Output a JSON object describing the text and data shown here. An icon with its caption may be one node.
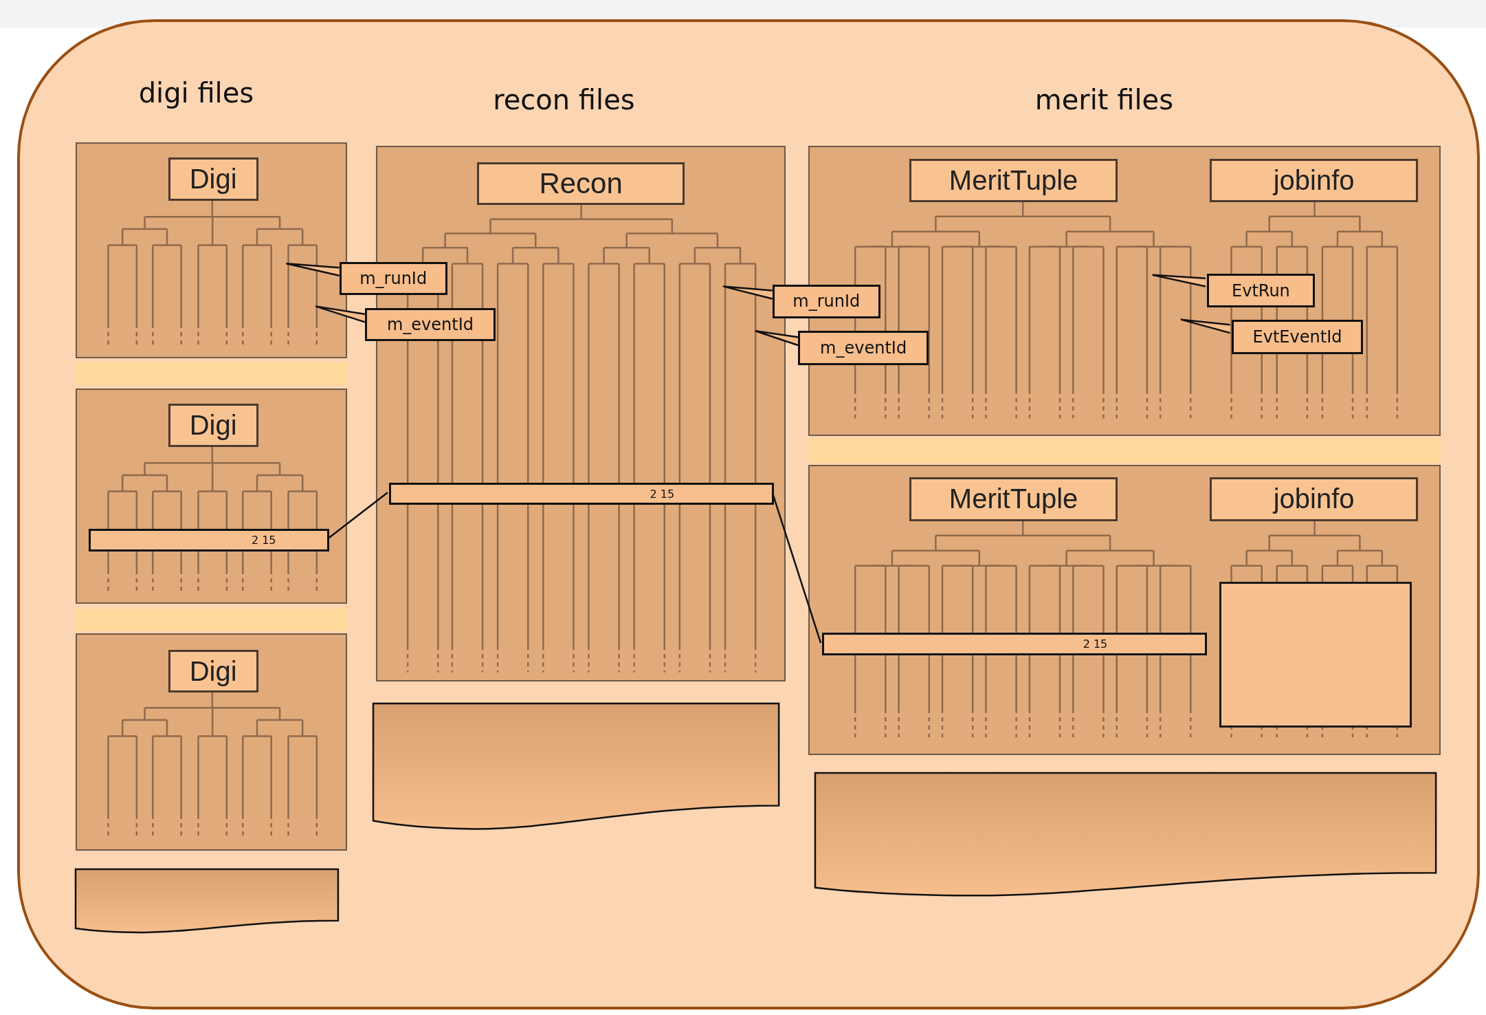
{
  "diagram": {
    "nodes": [
      {
        "text": [],
        "shape": "box"
      },
      {
        "text": [
          "Digi"
        ],
        "in": 0
      },
      {
        "text": [
          "m_runId"
        ]
      },
      {
        "text": [
          "m_eventId"
        ]
      },
      {
        "text": [],
        "shape": "box"
      },
      {
        "text": [
          "Digi"
        ],
        "in": 4
      },
      {
        "text": [
          "2 15"
        ],
        "in": 4
      },
      {
        "text": [],
        "shape": "box"
      },
      {
        "text": [
          "Digi"
        ],
        "in": 7
      },
      {
        "text": [],
        "shape": "document"
      },
      {
        "text": [],
        "shape": "box"
      },
      {
        "text": [
          "Recon"
        ],
        "in": 10
      },
      {
        "text": [
          "m_runId"
        ]
      },
      {
        "text": [
          "m_eventId"
        ]
      },
      {
        "text": [
          "2 15"
        ],
        "in": 10
      },
      {
        "text": [],
        "shape": "document"
      },
      {
        "text": [],
        "shape": "box"
      },
      {
        "text": [
          "MeritTuple"
        ],
        "in": 16
      },
      {
        "text": [
          "jobinfo"
        ],
        "in": 16
      },
      {
        "text": [
          "EvtRun"
        ],
        "in": 16
      },
      {
        "text": [
          "EvtEventId"
        ],
        "in": 16
      },
      {
        "text": [],
        "shape": "box"
      },
      {
        "text": [
          "MeritTuple"
        ],
        "in": 21
      },
      {
        "text": [
          "jobinfo"
        ],
        "in": 21
      },
      {
        "text": [
          "2 15"
        ],
        "in": 21
      },
      {
        "text": [],
        "shape": "box",
        "in": 21
      },
      {
        "text": [],
        "shape": "document"
      },
      {
        "text": [],
        "shape": "bar"
      },
      {
        "text": [],
        "shape": "bar"
      },
      {
        "text": [],
        "shape": "bar"
      }
    ],
    "edges": [
      {
        "from": 2,
        "to": null,
        "arrow": "to"
      },
      {
        "from": 3,
        "to": null,
        "arrow": "to"
      },
      {
        "from": 12,
        "to": null,
        "arrow": "to"
      },
      {
        "from": 13,
        "to": null,
        "arrow": "to"
      },
      {
        "from": 19,
        "to": null,
        "arrow": "to"
      },
      {
        "from": 20,
        "to": null,
        "arrow": "to"
      },
      {
        "from": 6,
        "to": 14,
        "arrow": "none"
      },
      {
        "from": 14,
        "to": 24,
        "arrow": "none"
      }
    ],
    "labels": [
      "digi files",
      "recon files",
      "merit files"
    ]
  }
}
